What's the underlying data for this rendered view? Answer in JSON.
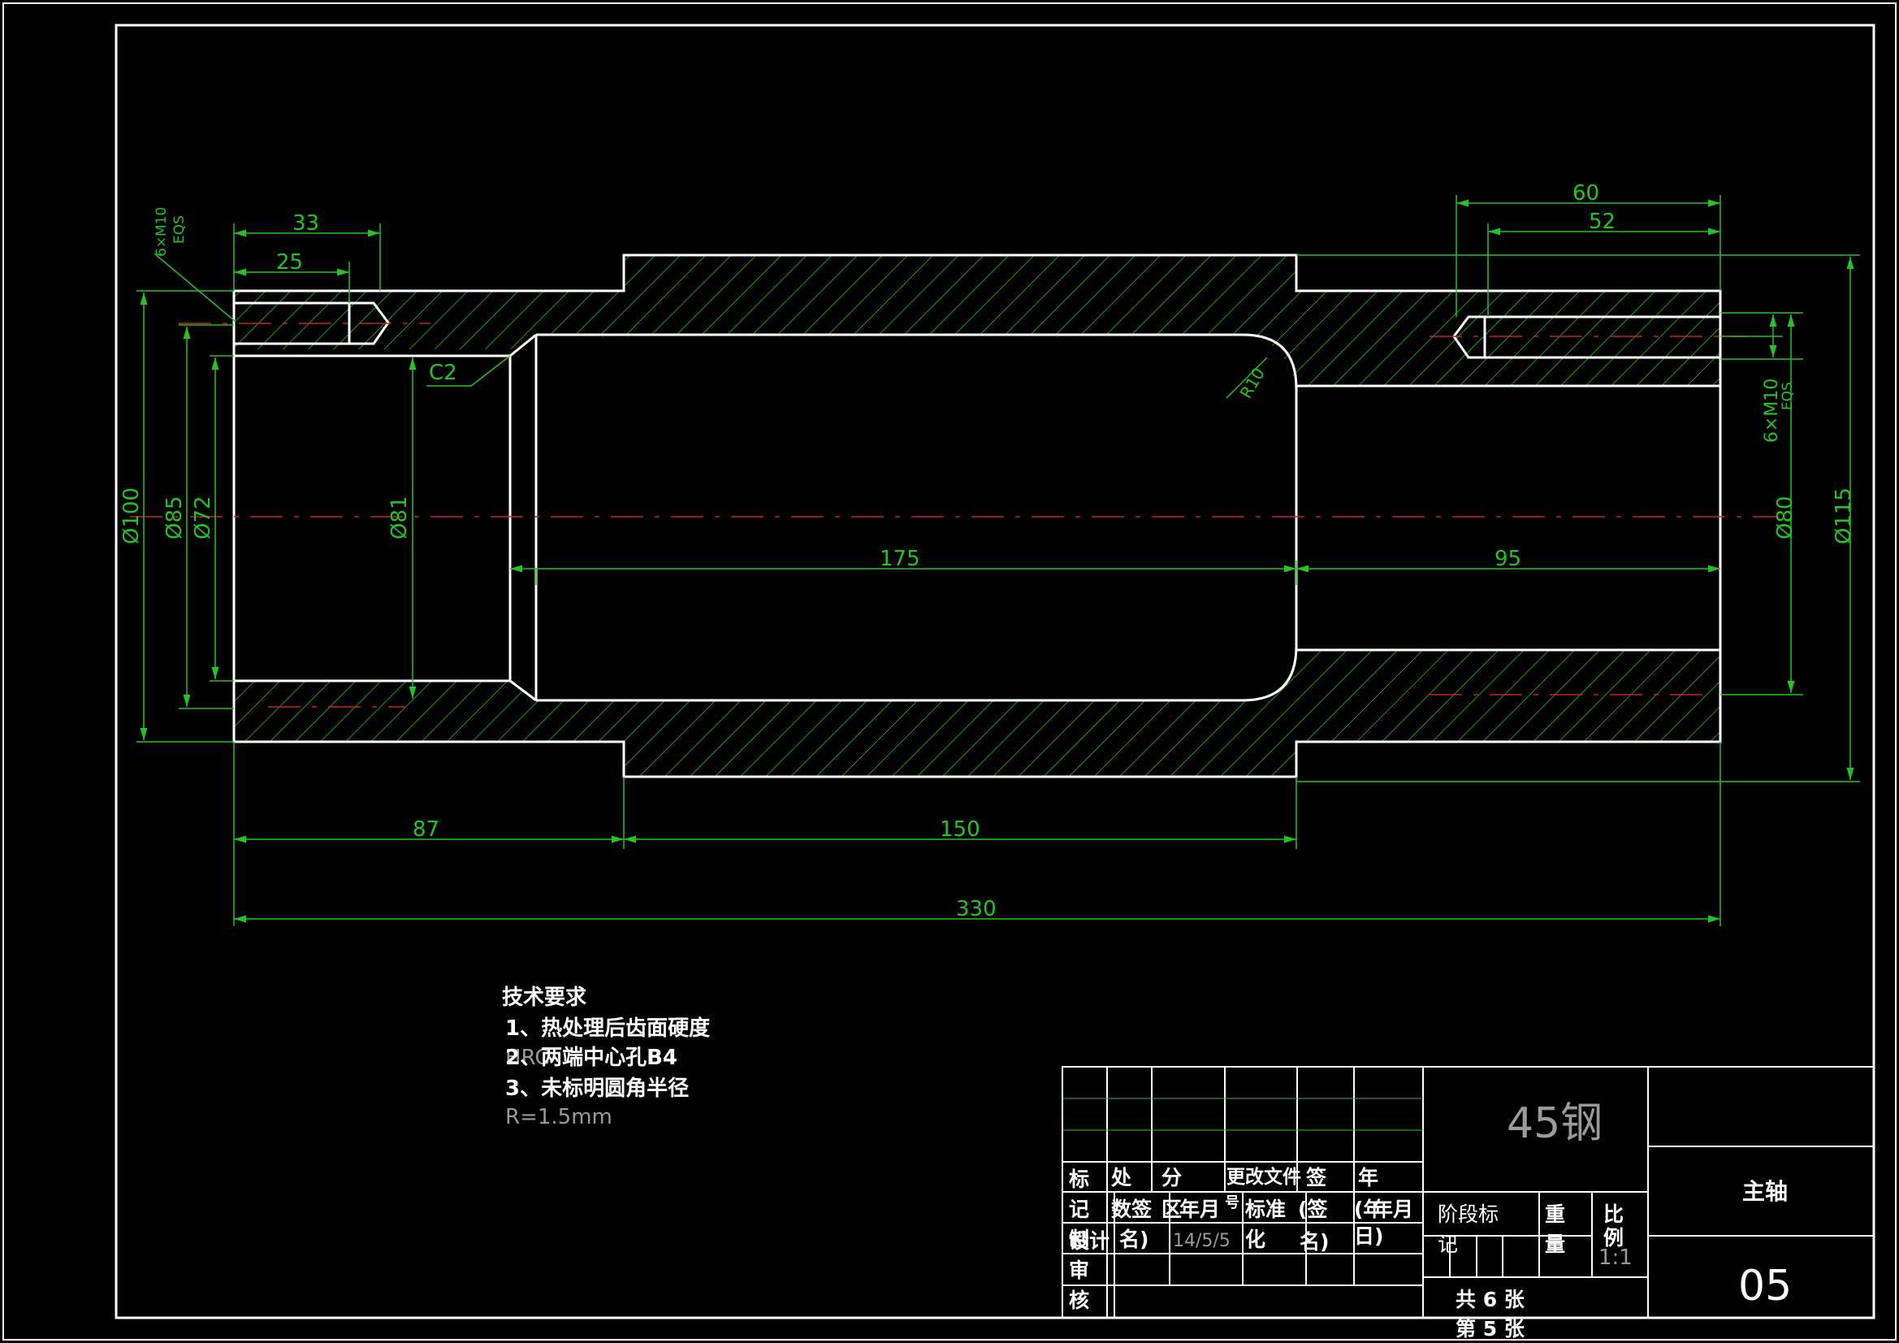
{
  "drawing": {
    "dims": {
      "d33": "33",
      "d25": "25",
      "d60": "60",
      "d52": "52",
      "d175": "175",
      "d95": "95",
      "d87": "87",
      "d150": "150",
      "d330": "330",
      "dia100": "Ø100",
      "dia85": "Ø85",
      "dia72": "Ø72",
      "dia81": "Ø81",
      "dia80": "Ø80",
      "dia115": "Ø115",
      "chamfer": "C2",
      "radius": "R10",
      "thread_left_1": "6×M10",
      "thread_left_2": "EQS",
      "thread_right_1": "6×M10",
      "thread_right_2": "EQS"
    }
  },
  "notes": {
    "title": "技术要求",
    "line1": "1、热处理后齿面硬度",
    "line1b": "HRC",
    "line2": "2、两端中心孔B4",
    "line3": "3、未标明圆角半径",
    "line4": "R=1.5mm"
  },
  "title_block": {
    "material": "45钢",
    "part_name": "主轴",
    "drawing_no": "05",
    "row_headers": [
      "标",
      "处",
      "分",
      "更改文件",
      "签",
      "年"
    ],
    "labels": {
      "mark": "记",
      "count": "数签",
      "zone": "区",
      "date_hdr": "年月",
      "num": "号",
      "standard": "标准",
      "sign": "(签",
      "paren_year": "(年",
      "year_month": "年月",
      "designer": "设计",
      "check": "制",
      "name": "名)",
      "date_val": "14/5/5",
      "hua": "化",
      "name2": "名)",
      "day": "日)",
      "review": "审",
      "verify": "核",
      "stage": "阶段标",
      "stage2": "记",
      "weight": "重",
      "weight2": "量",
      "scale": "比",
      "scale2": "例",
      "scale_val": "1:1",
      "total": "共 6 张",
      "sheet": "第 5 张"
    }
  }
}
